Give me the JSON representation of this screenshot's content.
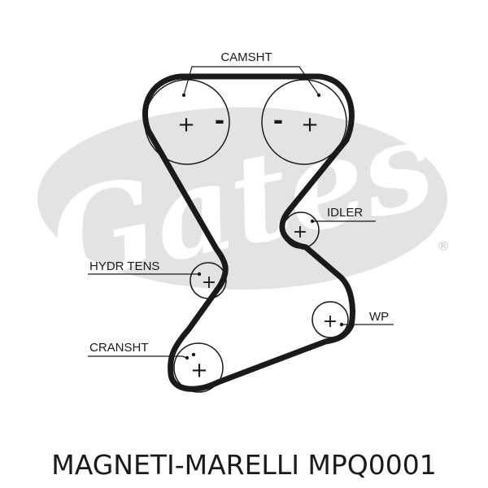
{
  "diagram": {
    "watermark": "Gates",
    "watermark_mark": "®",
    "labels": {
      "camshaft": "CAMSHT",
      "idler": "IDLER",
      "hydraulic_tensioner": "HYDR TENS",
      "water_pump": "WP",
      "crankshaft": "CRANSHT"
    },
    "signs": {
      "plus": "+",
      "minus": "-"
    }
  },
  "caption": "MAGNETI-MARELLI MPQ0001",
  "colors": {
    "line": "#1a1a1a",
    "watermark": "#e3e3e3"
  }
}
